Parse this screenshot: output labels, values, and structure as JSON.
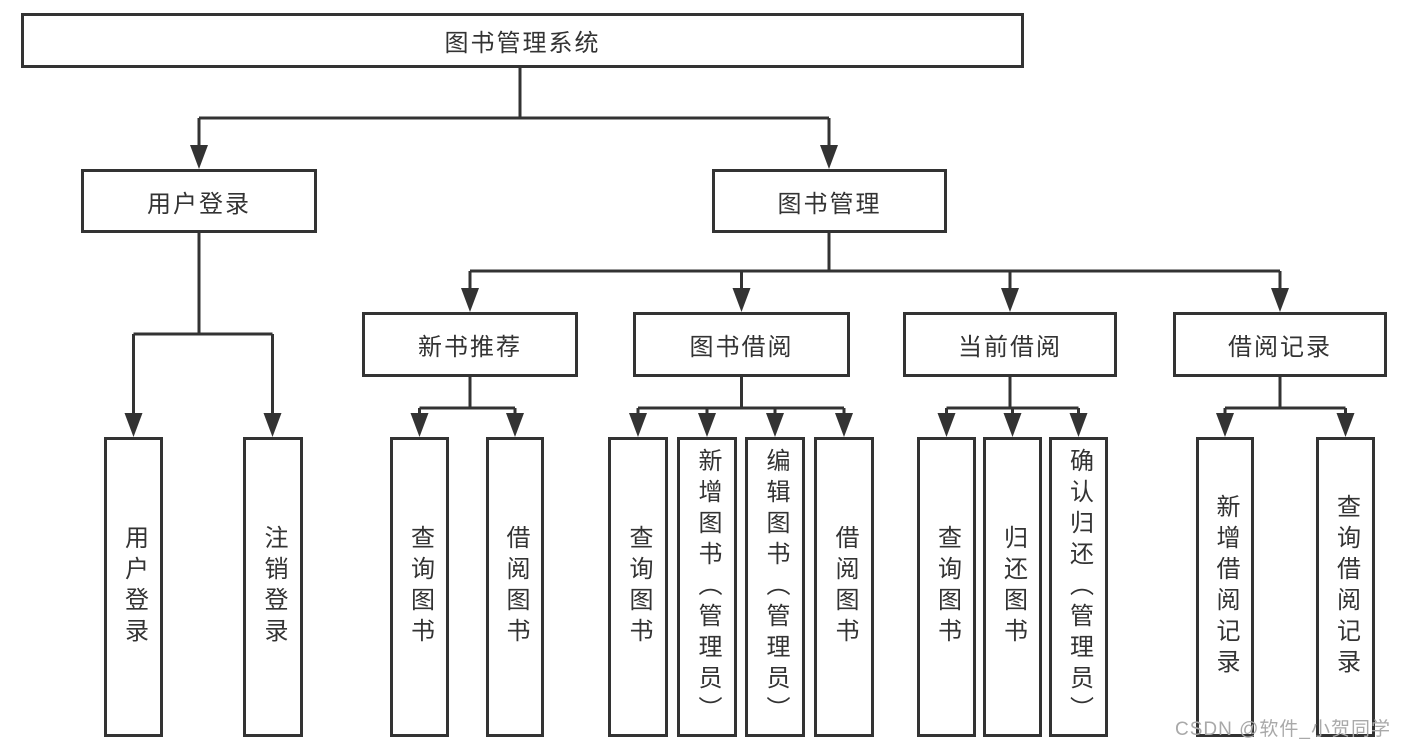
{
  "diagram": {
    "title": "图书管理系统",
    "tree": {
      "root": {
        "label": "图书管理系统"
      },
      "children": [
        {
          "label": "用户登录",
          "leaves": [
            {
              "label": "用户登录"
            },
            {
              "label": "注销登录"
            }
          ]
        },
        {
          "label": "图书管理",
          "children": [
            {
              "label": "新书推荐",
              "leaves": [
                {
                  "label": "查询图书"
                },
                {
                  "label": "借阅图书"
                }
              ]
            },
            {
              "label": "图书借阅",
              "leaves": [
                {
                  "label": "查询图书"
                },
                {
                  "label": "新增图书（管理员）"
                },
                {
                  "label": "编辑图书（管理员）"
                },
                {
                  "label": "借阅图书"
                }
              ]
            },
            {
              "label": "当前借阅",
              "leaves": [
                {
                  "label": "查询图书"
                },
                {
                  "label": "归还图书"
                },
                {
                  "label": "确认归还（管理员）"
                }
              ]
            },
            {
              "label": "借阅记录",
              "leaves": [
                {
                  "label": "新增借阅记录"
                },
                {
                  "label": "查询借阅记录"
                }
              ]
            }
          ]
        }
      ]
    },
    "colors": {
      "line": "#333333",
      "text": "#333333",
      "background": "#ffffff",
      "watermark": "#a9a9a9"
    },
    "watermark": {
      "text": "CSDN @软件_小贺同学"
    }
  }
}
